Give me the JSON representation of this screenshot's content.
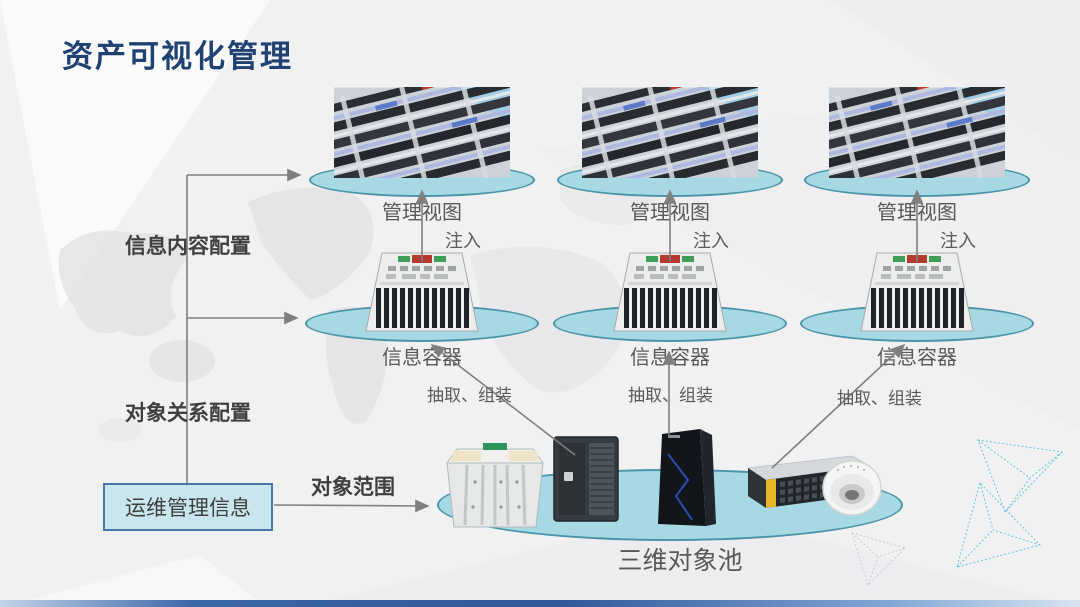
{
  "title": "资产可视化管理",
  "left_flow": {
    "label_info_config": "信息内容配置",
    "label_relation_config": "对象关系配置",
    "source_box": "运维管理信息",
    "label_scope": "对象范围"
  },
  "columns": [
    {
      "view": "管理视图",
      "inject": "注入",
      "container": "信息容器",
      "extract": "抽取、组装"
    },
    {
      "view": "管理视图",
      "inject": "注入",
      "container": "信息容器",
      "extract": "抽取、组装"
    },
    {
      "view": "管理视图",
      "inject": "注入",
      "container": "信息容器",
      "extract": "抽取、组装"
    }
  ],
  "pool": {
    "label": "三维对象池",
    "objects": [
      "server-enclosure",
      "ups-cabinet",
      "tower-server",
      "storage-array",
      "smoke-detector"
    ]
  },
  "colors": {
    "title": "#1F4273",
    "ellipse_fill": "#A6D9E4",
    "ellipse_stroke": "#4B93A8",
    "box_fill": "#C9E6EF",
    "box_stroke": "#4679A8",
    "connector": "#7F7F7F",
    "label_gray": "#595959",
    "label_dark": "#3F3F3F",
    "footer_blue": "#30599C",
    "deco_blue": "#67C3DD"
  }
}
